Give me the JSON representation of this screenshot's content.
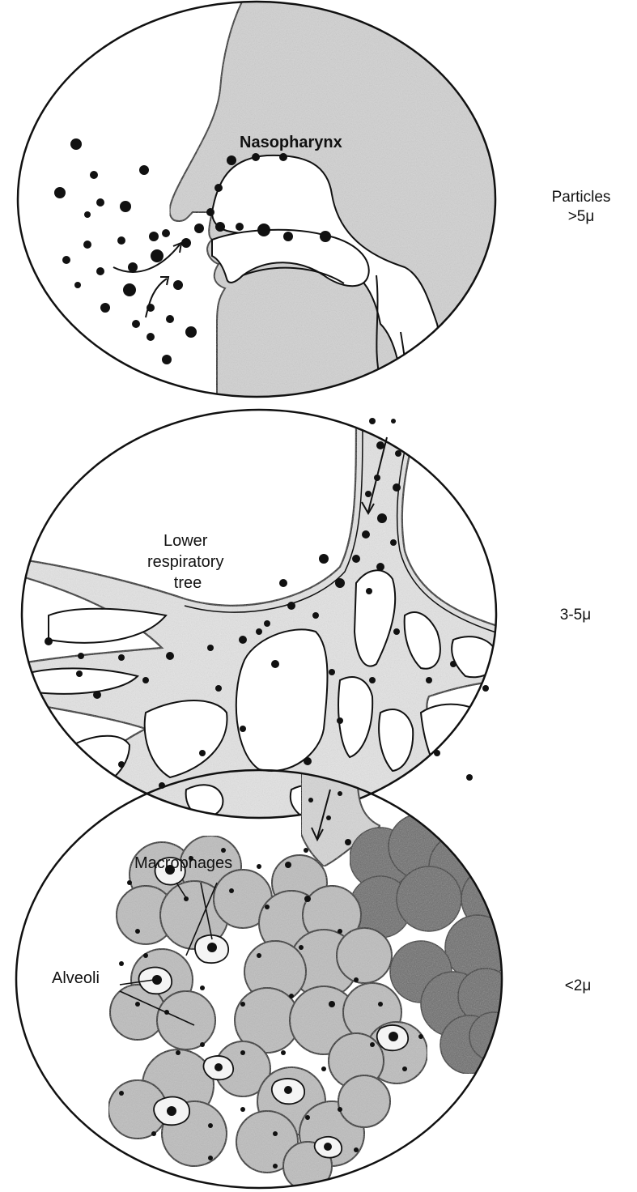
{
  "panels": [
    {
      "id": "nasopharynx",
      "region_label": "Nasopharynx",
      "size_label_lines": [
        "Particles",
        ">5μ"
      ]
    },
    {
      "id": "lower-respiratory",
      "region_label_lines": [
        "Lower",
        "respiratory",
        "tree"
      ],
      "size_label": "3-5μ"
    },
    {
      "id": "alveoli",
      "labels": {
        "macrophages": "Macrophages",
        "alveoli": "Alveoli"
      },
      "size_label": "<2μ"
    }
  ],
  "colors": {
    "ink": "#111111",
    "shade_light": "#d2d2d2",
    "shade_dark": "#6a6a6a",
    "paper": "#ffffff"
  }
}
